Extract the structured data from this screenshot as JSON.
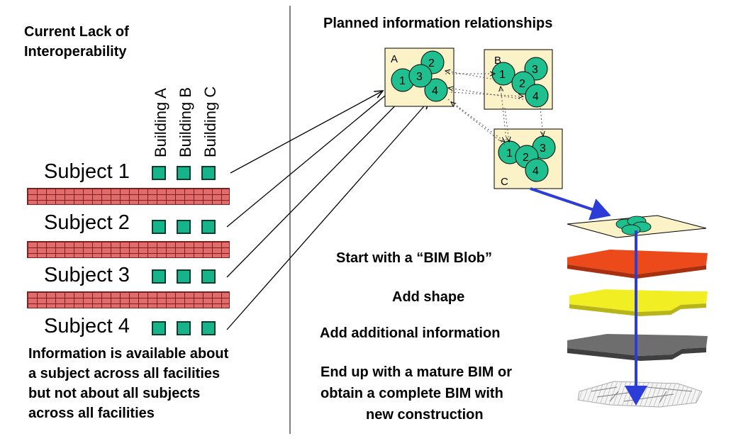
{
  "left_panel": {
    "title_line1": "Current  Lack of",
    "title_line2": "Interoperability",
    "buildings": [
      "Building A",
      "Building B",
      "Building C"
    ],
    "subjects": [
      "Subject 1",
      "Subject 2",
      "Subject 3",
      "Subject 4"
    ],
    "note_lines": [
      "Information is available about",
      "a subject across all facilities",
      "but not about all subjects",
      "across all facilities"
    ]
  },
  "right_panel": {
    "title": "Planned information relationships",
    "boxes": [
      {
        "letter": "A",
        "nodes": [
          "1",
          "2",
          "3",
          "4"
        ]
      },
      {
        "letter": "B",
        "nodes": [
          "1",
          "2",
          "3",
          "4"
        ]
      },
      {
        "letter": "C",
        "nodes": [
          "1",
          "2",
          "3",
          "4"
        ]
      }
    ],
    "steps": [
      "Start with a “BIM Blob”",
      "Add shape",
      "Add additional information"
    ],
    "final_lines": [
      "End up with a mature BIM or",
      "obtain a complete BIM with",
      "new construction"
    ]
  },
  "colors": {
    "node_fill": "#1fbf8f",
    "box_fill": "#fbf2c8",
    "arrow_blue": "#2b3dd6",
    "wall_brick": "#e26b6b",
    "layer_red": "#ec4a1a",
    "layer_yellow": "#f1ef23",
    "layer_gray": "#6e6e6e"
  }
}
